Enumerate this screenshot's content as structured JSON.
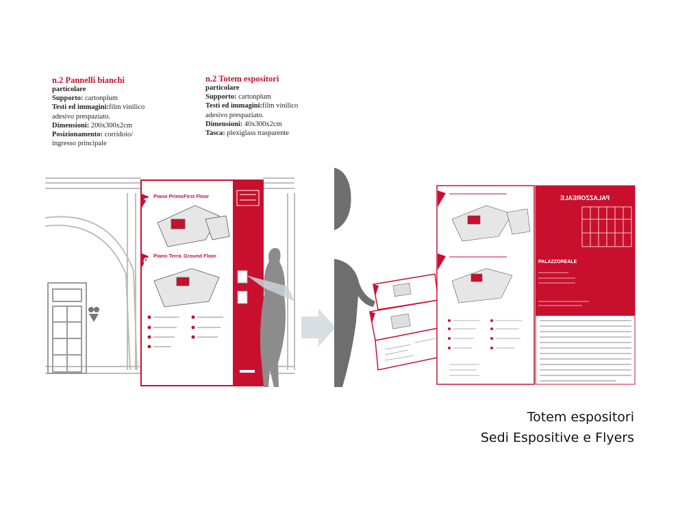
{
  "spec_panels": {
    "title": "n.2 Pannelli bianchi",
    "subtitle": "particolare",
    "support_label": "Supporto:",
    "support_value": " cartonplum",
    "texts_label": "Testi ed immagini:",
    "texts_value": "film vinilico adesivo prespaziato.",
    "dimensions_label": "Dimensioni:",
    "dimensions_value": " 200x300x2cm",
    "position_label": "Posizionamento:",
    "position_value": " corridoio/ ingresso principale"
  },
  "spec_totem": {
    "title": "n.2 Totem espositori",
    "subtitle": "particolare",
    "support_label": "Supporto:",
    "support_value": " cartonplum",
    "texts_label": "Testi ed immagini:",
    "texts_value": "film vinilico adesivo prespaziato.",
    "dimensions_label": "Dimensioni:",
    "dimensions_value": " 40x300x2cm",
    "pocket_label": "Tasca:",
    "pocket_value": " plexiglass trasparente"
  },
  "panel": {
    "floor1_number": "1",
    "floor1_it": "Piano Primo",
    "floor1_en": "First Floor",
    "floor0_number": "0",
    "floor0_it": "Piano Terra",
    "floor0_en": "Ground Floor"
  },
  "flyer_back": {
    "logo_mirrored": "PALAZZOREALE",
    "logo": "PALAZZOREALE"
  },
  "caption": {
    "line1": "Totem espositori",
    "line2": "Sedi Espositive e Flyers"
  },
  "colors": {
    "accent_red": "#c8102e",
    "silhouette": "#808080",
    "wall_line": "#bdbdbd"
  }
}
